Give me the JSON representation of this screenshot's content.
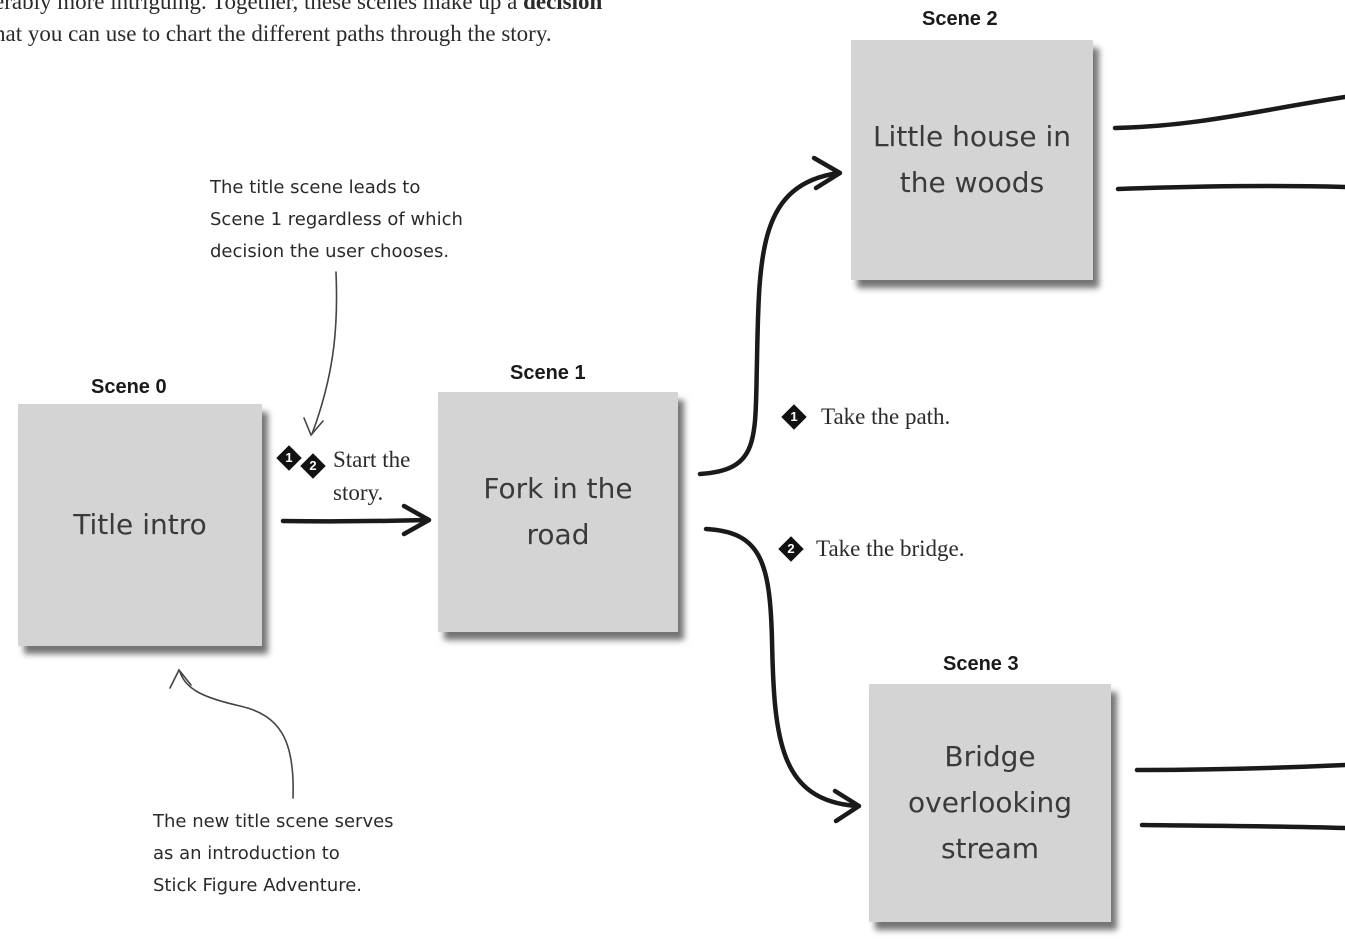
{
  "intro": {
    "line1_prefix": "erably more intriguing. Together, these scenes make up a ",
    "line1_bold": "decision",
    "line2": "hat you can use to chart the different paths through the story."
  },
  "scenes": [
    {
      "label": "Scene 0",
      "text": "Title intro"
    },
    {
      "label": "Scene 1",
      "text": "Fork in the\nroad"
    },
    {
      "label": "Scene 2",
      "text": "Little house in\nthe woods"
    },
    {
      "label": "Scene 3",
      "text": "Bridge\noverlooking\nstream"
    }
  ],
  "decisions": {
    "start": {
      "badges": [
        "1",
        "2"
      ],
      "text": "Start the\nstory."
    },
    "path": {
      "badge": "1",
      "text": "Take the path."
    },
    "bridge": {
      "badge": "2",
      "text": "Take the bridge."
    }
  },
  "notes": {
    "title_leads": "The title scene leads to\nScene 1 regardless of which\ndecision the user chooses.",
    "new_title": "The new title scene serves\nas an introduction to\nStick Figure Adventure."
  }
}
